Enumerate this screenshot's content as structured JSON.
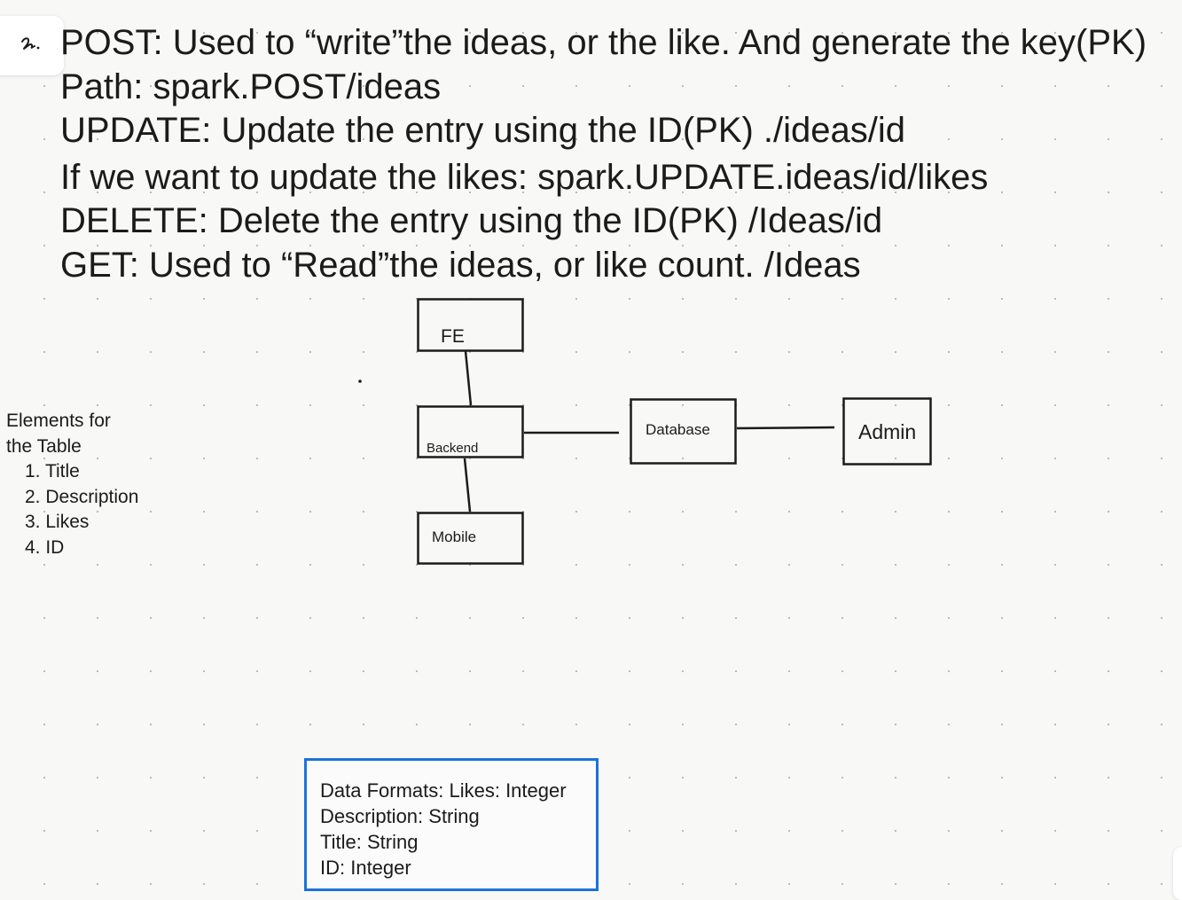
{
  "toolbar": {
    "tool_icon": "pen-scribble-icon"
  },
  "notes": {
    "lines": [
      "POST: Used to “write”the ideas, or the like. And generate the key(PK)",
      "Path: spark.POST/ideas",
      "UPDATE: Update the entry using the ID(PK) ./ideas/id",
      "If we want to update the likes: spark.UPDATE.ideas/id/likes",
      "DELETE: Delete the entry using the ID(PK) /Ideas/id",
      "GET: Used to “Read”the ideas, or like count. /Ideas"
    ]
  },
  "table_elements": {
    "heading_line1": "Elements for",
    "heading_line2": "the Table",
    "items": [
      "1. Title",
      "2. Description",
      "3. Likes",
      "4. ID"
    ]
  },
  "diagram": {
    "nodes": {
      "fe": "FE",
      "backend": "Backend",
      "mobile": "Mobile",
      "database": "Database",
      "admin": "Admin"
    }
  },
  "data_formats": {
    "lines": [
      "Data Formats: Likes: Integer",
      "Description: String",
      "Title: String",
      "ID: Integer"
    ]
  },
  "colors": {
    "canvas_background": "#f8f8f7",
    "ink": "#1b1b1b",
    "selection_blue": "#1a73d9"
  }
}
